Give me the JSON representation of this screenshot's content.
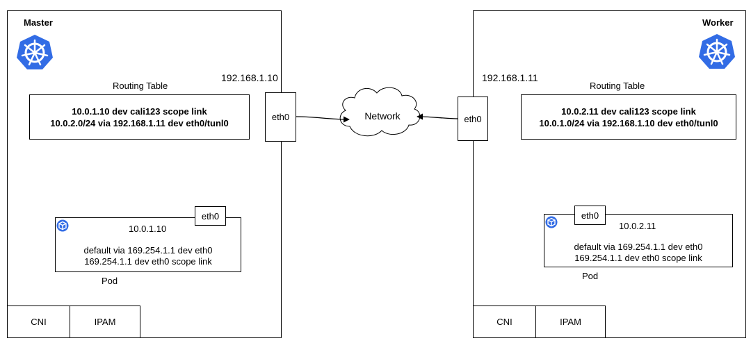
{
  "master": {
    "label": "Master",
    "ip": "192.168.1.10",
    "routing_title": "Routing Table",
    "routes": [
      "10.0.1.10 dev cali123 scope link",
      "10.0.2.0/24 via 192.168.1.11 dev eth0/tunl0"
    ],
    "eth": "eth0",
    "pod": {
      "ip": "10.0.1.10",
      "eth": "eth0",
      "routes": [
        "default via 169.254.1.1 dev eth0",
        "169.254.1.1 dev eth0 scope link"
      ],
      "label": "Pod"
    },
    "cni": "CNI",
    "ipam": "IPAM"
  },
  "worker": {
    "label": "Worker",
    "ip": "192.168.1.11",
    "routing_title": "Routing Table",
    "routes": [
      "10.0.2.11 dev cali123 scope link",
      "10.0.1.0/24 via 192.168.1.10 dev eth0/tunl0"
    ],
    "eth": "eth0",
    "pod": {
      "ip": "10.0.2.11",
      "eth": "eth0",
      "routes": [
        "default via 169.254.1.1 dev eth0",
        "169.254.1.1 dev eth0 scope link"
      ],
      "label": "Pod"
    },
    "cni": "CNI",
    "ipam": "IPAM"
  },
  "network": {
    "label": "Network"
  },
  "colors": {
    "kubernetes_blue": "#326CE5",
    "line": "#000000"
  },
  "icons": {
    "node_logo": "kubernetes-helm-icon",
    "pod_icon": "cube-icon",
    "network": "cloud-icon"
  }
}
